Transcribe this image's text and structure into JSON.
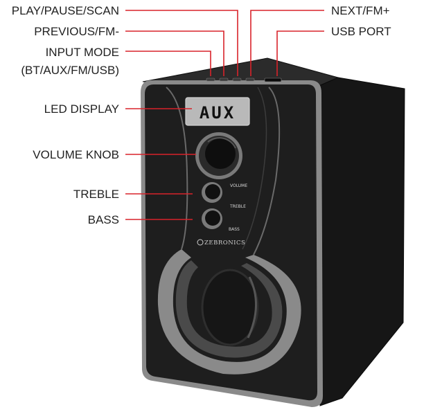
{
  "callouts": {
    "play_pause_scan": "PLAY/PAUSE/SCAN",
    "previous_fm": "PREVIOUS/FM-",
    "input_mode_line1": "INPUT MODE",
    "input_mode_line2": "(BT/AUX/FM/USB)",
    "led_display": "LED DISPLAY",
    "volume_knob": "VOLUME KNOB",
    "treble": "TREBLE",
    "bass": "BASS",
    "next_fm": "NEXT/FM+",
    "usb_port": "USB PORT"
  },
  "panel": {
    "display_text": "AUX",
    "volume_label": "VOLUME",
    "treble_label": "TREBLE",
    "bass_label": "BASS",
    "brand": "ZEBRONICS"
  },
  "colors": {
    "leader": "#d8222a",
    "cabinet": "#1c1c1c",
    "trim": "#8a8a8a",
    "display": "#b9b9b9"
  }
}
